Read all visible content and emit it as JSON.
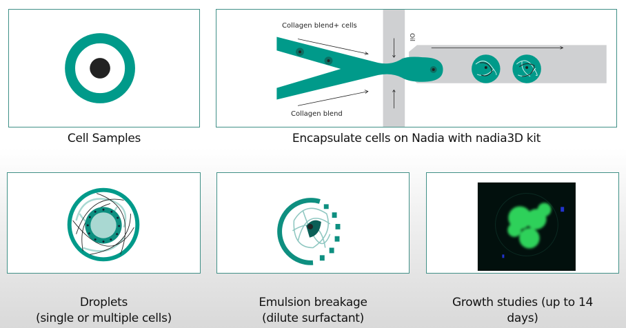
{
  "colors": {
    "teal": "#009a8a",
    "border": "#3f8f86",
    "grey": "#cfd0d2",
    "dark": "#222222"
  },
  "panels": [
    {
      "id": "cell-samples",
      "caption": "Cell Samples"
    },
    {
      "id": "encapsulate",
      "caption": "Encapsulate cells on Nadia with nadia3D kit",
      "labels": {
        "top_inlet": "Collagen blend+ cells",
        "bottom_inlet": "Collagen blend",
        "oil": "Oil"
      }
    },
    {
      "id": "droplets",
      "caption_line1": "Droplets",
      "caption_line2": "(single or multiple cells)"
    },
    {
      "id": "emulsion",
      "caption_line1": "Emulsion breakage",
      "caption_line2": "(dilute surfactant)"
    },
    {
      "id": "growth",
      "caption_line1": "Growth studies (up to 14",
      "caption_line2": "days)"
    }
  ]
}
